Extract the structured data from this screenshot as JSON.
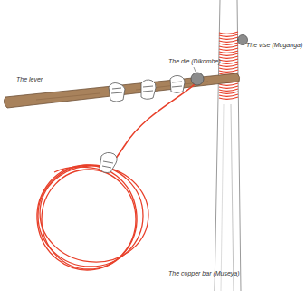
{
  "diagram": {
    "labels": [
      "The lever",
      "The die (Dikombe)",
      "The vise (Muganga)",
      "The copper bar (Museya)"
    ]
  }
}
